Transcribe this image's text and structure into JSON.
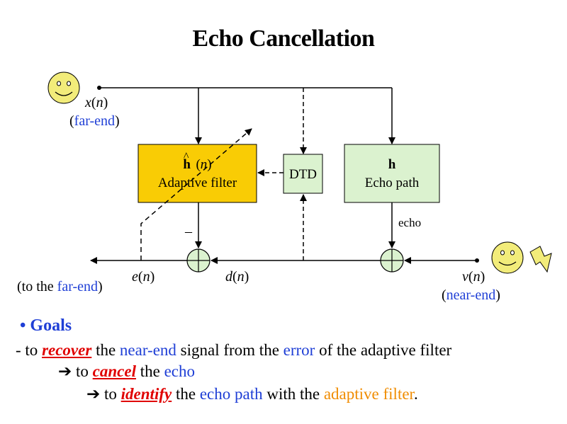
{
  "title": "Echo Cancellation",
  "diagram": {
    "xn": "x",
    "xn_arg": "n",
    "far_end": "far-end",
    "adaptive_filter_symbol": "h",
    "adaptive_filter_arg": "n",
    "adaptive_filter_label": "Adaptive filter",
    "dtd_label": "DTD",
    "echo_path_symbol": "h",
    "echo_path_label": "Echo path",
    "echo_label": "echo",
    "minus_sign": "–",
    "en": "e",
    "en_arg": "n",
    "dn": "d",
    "dn_arg": "n",
    "vn": "v",
    "vn_arg": "n",
    "near_end": "near-end",
    "to_the": "(to the ",
    "to_far_end": "far-end",
    "to_close": ")"
  },
  "goals": {
    "heading": "• Goals",
    "line1": {
      "prefix": "- to ",
      "recover": "recover",
      "the": " the ",
      "near_end": "near-end",
      "signal_from_the": " signal from the ",
      "error": "error",
      "rest": " of the adaptive filter"
    },
    "arrow": "➔",
    "line2": {
      "to": " to ",
      "cancel": "cancel",
      "the": " the ",
      "echo": "echo"
    },
    "line3": {
      "to": " to ",
      "identify": "identify",
      "the": " the ",
      "echo_path": "echo path",
      "with_the": " with the ",
      "adaptive_filter": "adaptive filter",
      "period": "."
    }
  },
  "colors": {
    "adaptive_filter_fill": "#f9cc05",
    "dtd_fill": "#dbf2cf",
    "echo_path_fill": "#dbf2cf",
    "smiley_fill": "#f2ec7a",
    "blue_text": "#1f3fd6",
    "red_text": "#e00000",
    "orange_text": "#f08c00"
  }
}
